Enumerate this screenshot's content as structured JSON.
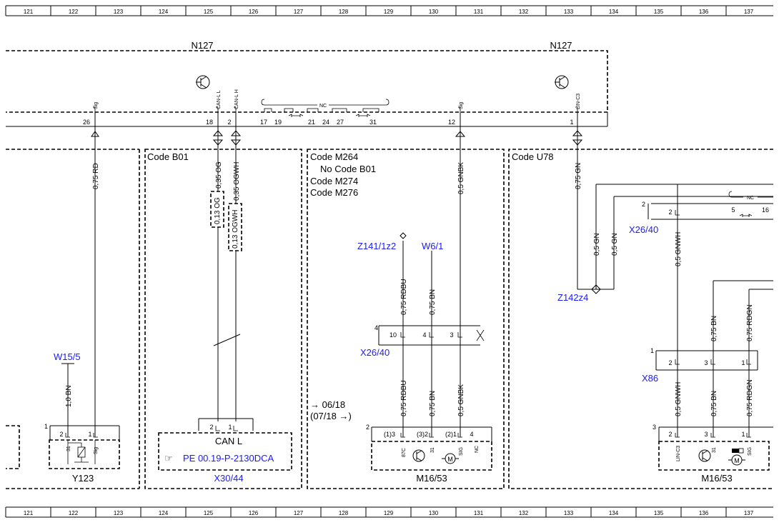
{
  "ruler": [
    "121",
    "122",
    "123",
    "124",
    "125",
    "126",
    "127",
    "128",
    "129",
    "130",
    "131",
    "132",
    "133",
    "134",
    "135",
    "136",
    "137"
  ],
  "n127": {
    "label": "N127",
    "pins": {
      "p26": "26",
      "p18": "18",
      "p2": "2",
      "p17": "17",
      "p19": "19",
      "p21": "21",
      "p24": "24",
      "p27": "27",
      "p31": "31",
      "p12": "12",
      "p1": "1"
    },
    "sig": {
      "sig1": "Sig",
      "canl": "CAN-L L",
      "canh": "CAN-L H",
      "sig2": "Sig",
      "lin": "LIN-C3"
    },
    "nc": "NC"
  },
  "codes": {
    "b01": "Code B01",
    "m264": "Code M264",
    "no_b01": "No  Code B01",
    "m274": "Code M274",
    "m276": "Code M276",
    "u78": "Code U78"
  },
  "wires": {
    "w075rd": "0,75 RD",
    "w035og": "0,35 OG",
    "w035ogwh": "0,35 OGWH",
    "w013og": "0,13 OG",
    "w013ogwh": "0,13 OGWH",
    "w05gnbk_a": "0,5 GNBK",
    "w075gn": "0,75 GN",
    "w05gn_a": "0,5 GN",
    "w05gn_b": "0,5 GN",
    "w05gnwh_a": "0,5 GNWH",
    "w075rdbu_a": "0,75 RDBU",
    "w075bn_a": "0,75 BN",
    "w075bn_b": "0,75 BN",
    "w075rdgn_a": "0,75 RDGN",
    "w10bn": "1,0 BN",
    "w075rdbu_b": "0,75 RDBU",
    "w075bn_c": "0,75 BN",
    "w05gnbk_b": "0,5 GNBK",
    "w05gnwh_b": "0,5 GNWH",
    "w075bn_d": "0,75 BN",
    "w075rdgn_b": "0,75 RDGN"
  },
  "components": {
    "z141": "Z141/1z2",
    "w61": "W6/1",
    "z142": "Z142z4",
    "x2640a": "X26/40",
    "x2640b": "X26/40",
    "w155": "W15/5",
    "x86": "X86",
    "y123": "Y123",
    "x3044": "X30/44",
    "m1653a": "M16/53",
    "m1653b": "M16/53",
    "canl": "CAN L",
    "pe_ref": "PE 00.19-P-2130DCA",
    "hand": "☞"
  },
  "connector_pins": {
    "x2640a_num": "4",
    "x2640a_p10": "10",
    "x2640a_p4": "4",
    "x2640a_p3": "3",
    "x2640b_num": "2",
    "x2640b_p2": "2",
    "x2640b_p5": "5",
    "x2640b_p16": "16",
    "x86_num": "1",
    "x86_p2": "2",
    "x86_p3": "3",
    "x86_p1": "1",
    "y123_num": "1",
    "y123_p2": "2",
    "y123_p1": "1",
    "y123_31": "31",
    "y123_sig": "Sig",
    "x3044_p2": "2",
    "x3044_p1": "1",
    "m1653a_num": "2",
    "m1653a_p13": "(1)3",
    "m1653a_p32": "(3)2",
    "m1653a_p21": "(2)1",
    "m1653a_p4": "4",
    "m1653a_87c": "87C",
    "m1653a_31": "31",
    "m1653a_sig": "SIG",
    "m1653a_nc": "NC",
    "m1653b_num": "3",
    "m1653b_p2": "2",
    "m1653b_p3": "3",
    "m1653b_p1": "1",
    "m1653b_lin": "LIN-C3",
    "m1653b_31": "31",
    "m1653b_sig": "SIG"
  },
  "refs": {
    "ref1": "→ 06/18",
    "ref2": "(07/18  →)"
  }
}
